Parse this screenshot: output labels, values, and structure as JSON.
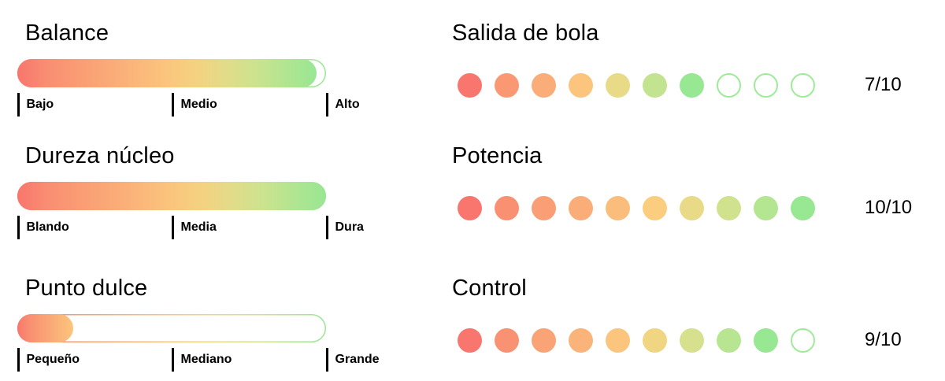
{
  "palette": {
    "stops": [
      {
        "t": 0.0,
        "c": "#F8766D"
      },
      {
        "t": 0.11,
        "c": "#F99072"
      },
      {
        "t": 0.22,
        "c": "#FA9F75"
      },
      {
        "t": 0.33,
        "c": "#FAAD78"
      },
      {
        "t": 0.44,
        "c": "#FBBC7B"
      },
      {
        "t": 0.56,
        "c": "#FBCE7E"
      },
      {
        "t": 0.67,
        "c": "#E8DA87"
      },
      {
        "t": 0.78,
        "c": "#D0E28E"
      },
      {
        "t": 0.89,
        "c": "#B4E591"
      },
      {
        "t": 1.0,
        "c": "#98E793"
      }
    ],
    "empty_dot_stroke": "#9FEB99",
    "tick_color": "#000000",
    "track_background": "#FFFFFF"
  },
  "specs_bars": [
    {
      "title": "Balance",
      "fill_pct": 0.97,
      "palette_span": 1.0,
      "ticks": [
        "Bajo",
        "Medio",
        "Alto"
      ]
    },
    {
      "title": "Dureza núcleo",
      "fill_pct": 1.0,
      "palette_span": 1.0,
      "ticks": [
        "Blando",
        "Media",
        "Dura"
      ]
    },
    {
      "title": "Punto dulce",
      "fill_pct": 0.18,
      "palette_span": 0.5,
      "ticks": [
        "Pequeño",
        "Mediano",
        "Grande"
      ]
    }
  ],
  "specs_dots": [
    {
      "title": "Salida de bola",
      "value": 7,
      "max": 10,
      "rating_label": "7/10"
    },
    {
      "title": "Potencia",
      "value": 10,
      "max": 10,
      "rating_label": "10/10"
    },
    {
      "title": "Control",
      "value": 9,
      "max": 10,
      "rating_label": "9/10"
    }
  ],
  "chart_data": [
    {
      "type": "bar",
      "title": "Continuous spec sliders (gradient red→green pills)",
      "categories": [
        "Balance",
        "Dureza núcleo",
        "Punto dulce"
      ],
      "values": [
        0.97,
        1.0,
        0.18
      ],
      "value_unit": "fraction of track filled",
      "xlim": [
        0,
        1
      ],
      "scale_labels": [
        [
          "Bajo",
          "Medio",
          "Alto"
        ],
        [
          "Blando",
          "Media",
          "Dura"
        ],
        [
          "Pequeño",
          "Mediano",
          "Grande"
        ]
      ],
      "legend_position": "none",
      "grid": false
    },
    {
      "type": "bar",
      "title": "Dot ratings out of 10 (gradient red→green dots)",
      "categories": [
        "Salida de bola",
        "Potencia",
        "Control"
      ],
      "values": [
        7,
        10,
        9
      ],
      "xlim": [
        0,
        10
      ],
      "data_labels": [
        "7/10",
        "10/10",
        "9/10"
      ],
      "legend_position": "none",
      "grid": false
    }
  ]
}
